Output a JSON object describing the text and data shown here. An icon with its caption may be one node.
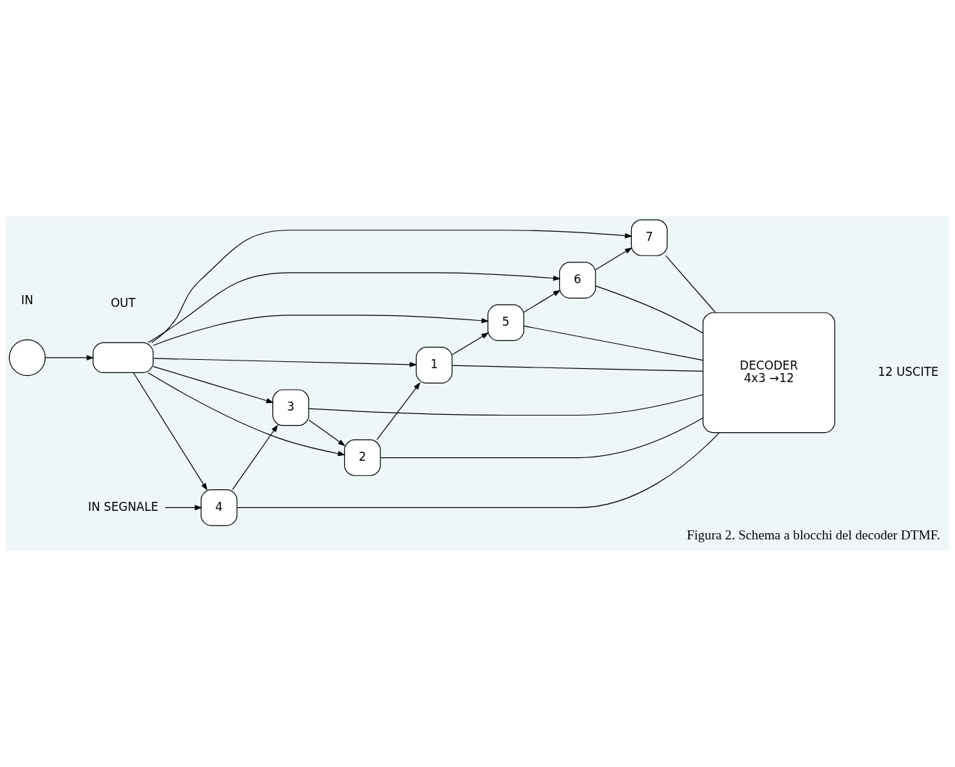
{
  "diagram": {
    "caption": "Figura 2. Schema a blocchi del decoder DTMF.",
    "nodes": [
      {
        "text": [],
        "shape": "circle"
      },
      {
        "text": [],
        "shape": "box"
      },
      {
        "text": [
          "1"
        ]
      },
      {
        "text": [
          "2"
        ]
      },
      {
        "text": [
          "3"
        ]
      },
      {
        "text": [
          "4"
        ]
      },
      {
        "text": [
          "5"
        ]
      },
      {
        "text": [
          "6"
        ]
      },
      {
        "text": [
          "7"
        ]
      },
      {
        "text": [
          "DECODER",
          "4x3 →12"
        ]
      },
      {
        "text": [
          "IN SEGNALE"
        ]
      }
    ],
    "edges": [
      {
        "from": 0,
        "to": 1,
        "arrow": "to"
      },
      {
        "from": 1,
        "to": 2,
        "arrow": "to"
      },
      {
        "from": 1,
        "to": 3,
        "arrow": "to"
      },
      {
        "from": 1,
        "to": 4,
        "arrow": "to"
      },
      {
        "from": 1,
        "to": 5,
        "arrow": "to"
      },
      {
        "from": 1,
        "to": 6,
        "arrow": "to"
      },
      {
        "from": 1,
        "to": 7,
        "arrow": "to"
      },
      {
        "from": 1,
        "to": 8,
        "arrow": "to"
      },
      {
        "from": 2,
        "to": 6,
        "arrow": "to"
      },
      {
        "from": 6,
        "to": 7,
        "arrow": "to"
      },
      {
        "from": 7,
        "to": 8,
        "arrow": "to"
      },
      {
        "from": 10,
        "to": 5,
        "arrow": "to"
      },
      {
        "from": 5,
        "to": 4,
        "arrow": "to"
      },
      {
        "from": 4,
        "to": 3,
        "arrow": "to"
      },
      {
        "from": 3,
        "to": 2,
        "arrow": "to"
      },
      {
        "from": 2,
        "to": 9,
        "arrow": "none"
      },
      {
        "from": 3,
        "to": 9,
        "arrow": "none"
      },
      {
        "from": 4,
        "to": 9,
        "arrow": "none"
      },
      {
        "from": 5,
        "to": 9,
        "arrow": "none"
      },
      {
        "from": 6,
        "to": 9,
        "arrow": "none"
      },
      {
        "from": 7,
        "to": 9,
        "arrow": "none"
      },
      {
        "from": 8,
        "to": 9,
        "arrow": "none"
      }
    ],
    "labels": [
      "IN",
      "OUT",
      "12 USCITE"
    ]
  }
}
